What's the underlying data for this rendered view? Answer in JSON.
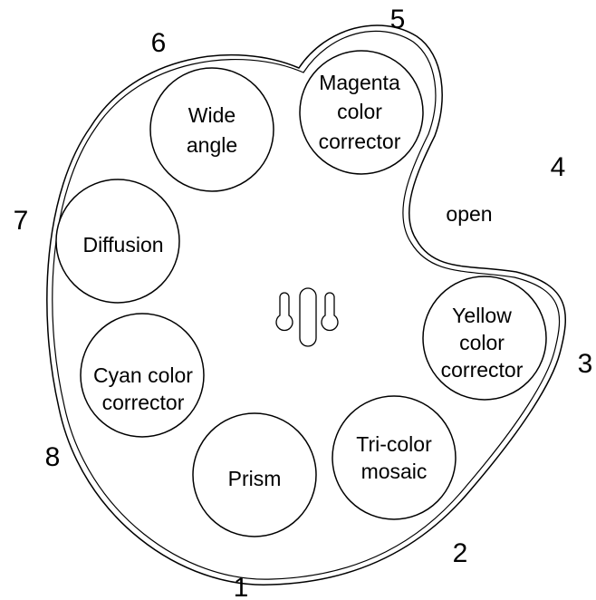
{
  "diagram": {
    "line_color": "#000000",
    "background_color": "#ffffff",
    "position_numbers": [
      "1",
      "2",
      "3",
      "4",
      "5",
      "6",
      "7",
      "8"
    ],
    "slots": [
      {
        "position": "1",
        "lines": [
          "Prism"
        ]
      },
      {
        "position": "2",
        "lines": [
          "Tri-color",
          "mosaic"
        ]
      },
      {
        "position": "3",
        "lines": [
          "Yellow",
          "color",
          "corrector"
        ]
      },
      {
        "position": "4",
        "lines": [
          "open"
        ]
      },
      {
        "position": "5",
        "lines": [
          "Magenta",
          "color",
          "corrector"
        ]
      },
      {
        "position": "6",
        "lines": [
          "Wide",
          "angle"
        ]
      },
      {
        "position": "7",
        "lines": [
          "Diffusion"
        ]
      },
      {
        "position": "8",
        "lines": [
          "Cyan color",
          "corrector"
        ]
      }
    ],
    "center_mount_icon": "filter-wheel-hub-icon"
  }
}
